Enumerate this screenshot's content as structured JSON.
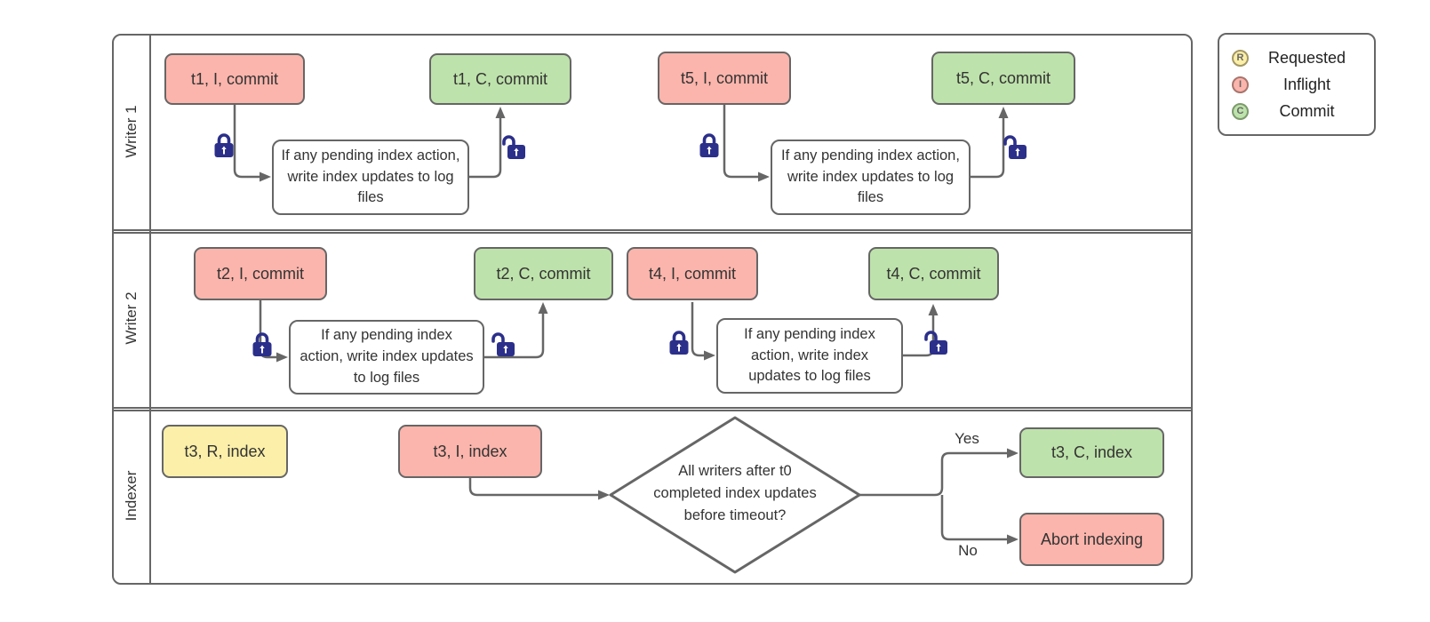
{
  "lanes": [
    {
      "label": "Writer 1"
    },
    {
      "label": "Writer 2"
    },
    {
      "label": "Indexer"
    }
  ],
  "nodes": {
    "t1_inflight": {
      "label": "t1, I, commit",
      "state": "inflight"
    },
    "t1_commit": {
      "label": "t1, C, commit",
      "state": "commit"
    },
    "w1_process_1": {
      "label": "If any pending index action, write index updates to log files"
    },
    "t5_inflight": {
      "label": "t5, I, commit",
      "state": "inflight"
    },
    "t5_commit": {
      "label": "t5, C, commit",
      "state": "commit"
    },
    "w1_process_2": {
      "label": "If any pending index action, write index updates to log files"
    },
    "t2_inflight": {
      "label": "t2, I, commit",
      "state": "inflight"
    },
    "t2_commit": {
      "label": "t2, C, commit",
      "state": "commit"
    },
    "w2_process_1": {
      "label": "If any pending index action, write index updates to log files"
    },
    "t4_inflight": {
      "label": "t4, I, commit",
      "state": "inflight"
    },
    "t4_commit": {
      "label": "t4, C, commit",
      "state": "commit"
    },
    "w2_process_2": {
      "label": "If any pending index action, write index updates to log files"
    },
    "t3_requested": {
      "label": "t3, R, index",
      "state": "requested"
    },
    "t3_inflight": {
      "label": "t3, I, index",
      "state": "inflight"
    },
    "t3_commit": {
      "label": "t3, C, index",
      "state": "commit"
    },
    "abort": {
      "label": "Abort indexing",
      "state": "inflight"
    }
  },
  "decision": {
    "lines": [
      "All writers after t0",
      "completed index updates",
      "before timeout?"
    ]
  },
  "branch_labels": {
    "yes": "Yes",
    "no": "No"
  },
  "legend": {
    "items": [
      {
        "symbol": "R",
        "label": "Requested",
        "color": "#FBEFA9"
      },
      {
        "symbol": "I",
        "label": "Inflight",
        "color": "#FBB5AC"
      },
      {
        "symbol": "C",
        "label": "Commit",
        "color": "#BEE2AB"
      }
    ]
  },
  "colors": {
    "inflight": "#FBB5AC",
    "commit": "#BEE2AB",
    "requested": "#FBEFA9",
    "shape_stroke": "#666666",
    "connector": "#666666",
    "lock": "#2B2F8A",
    "text": "#333333"
  }
}
